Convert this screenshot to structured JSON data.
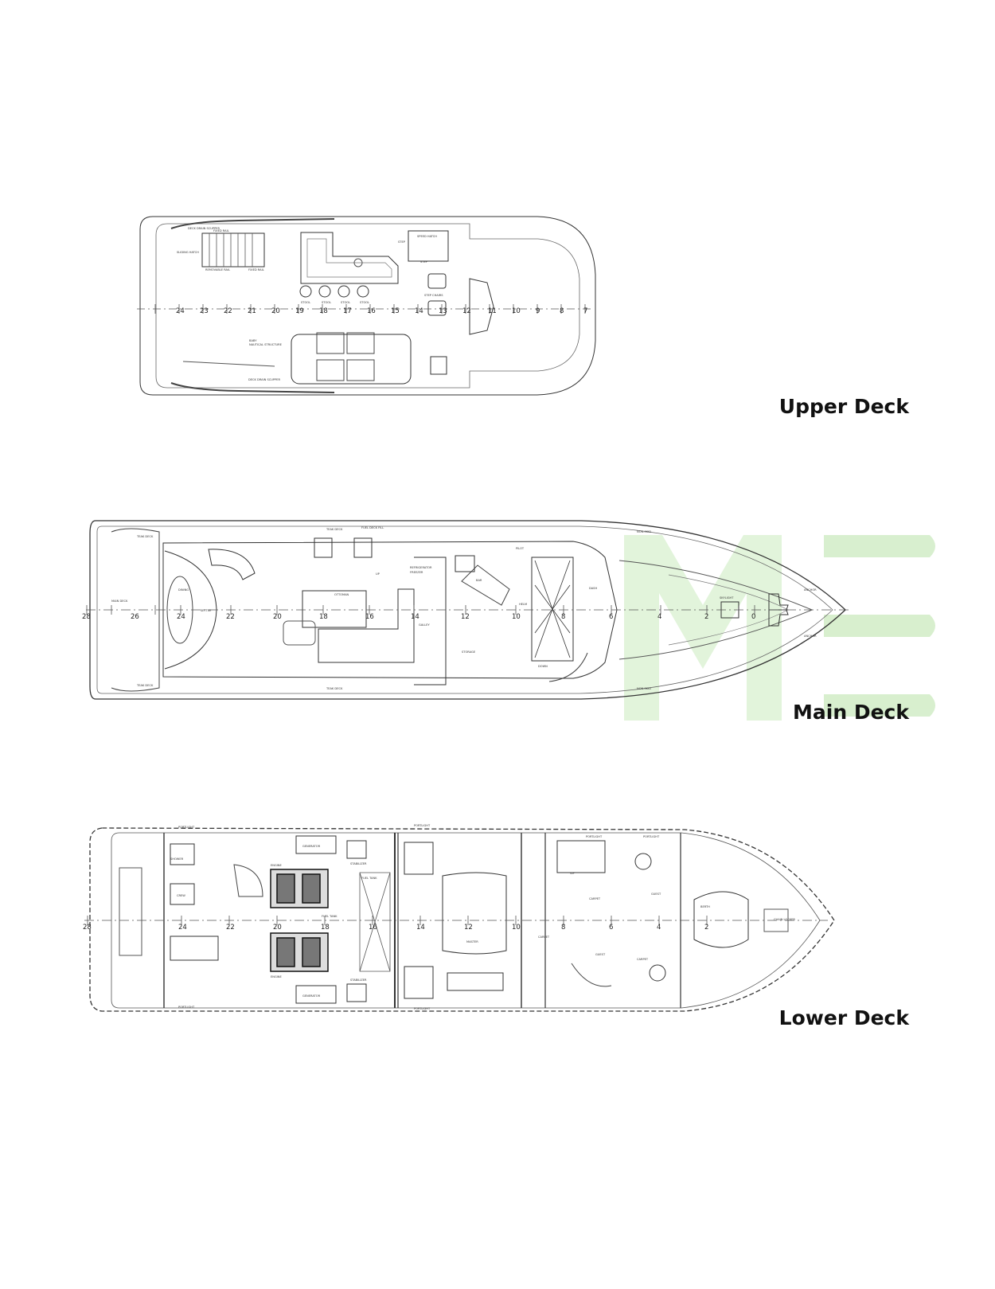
{
  "decks": {
    "upper": {
      "label": "Upper Deck",
      "frames": [
        "24",
        "23",
        "22",
        "21",
        "20",
        "19",
        "18",
        "17",
        "16",
        "15",
        "14",
        "13",
        "12",
        "11",
        "10",
        "9",
        "8",
        "7"
      ],
      "notes": [
        "DECK DRAIN SCUPPER",
        "FIXED RAIL",
        "SLIDING HATCH",
        "REMOVABLE RAIL",
        "FIXED RAIL",
        "SPEED HATCH",
        "STEP",
        "STEP",
        "STOOL",
        "STOOL",
        "STOOL",
        "STOOL",
        "STEP CHAIRS",
        "BABY",
        "NAUTICAL STRUCTURE",
        "DECK DRAIN SCUPPER"
      ]
    },
    "main": {
      "label": "Main Deck",
      "frames": [
        "28",
        "26",
        "24",
        "22",
        "20",
        "18",
        "16",
        "14",
        "12",
        "10",
        "8",
        "6",
        "4",
        "2",
        "0"
      ],
      "notes": [
        "TEAK DECK",
        "TEAK DECK",
        "FUEL DECK FILL",
        "MAIN DECK",
        "NON-SKID",
        "NON-SKID",
        "TEAK DECK",
        "TEAK DECK",
        "SKYLIGHT",
        "OTTOMAN",
        "DINING",
        "GALLEY",
        "STORAGE",
        "REFRIGERATOR",
        "FREEZER",
        "BAR",
        "DOWN",
        "UP",
        "PILOT",
        "HELM",
        "DASH",
        "SETTEE",
        "ANCHOR",
        "ANCHOR"
      ]
    },
    "lower": {
      "label": "Lower Deck",
      "frames": [
        "28",
        "24",
        "22",
        "20",
        "18",
        "16",
        "14",
        "12",
        "10",
        "8",
        "6",
        "4",
        "2"
      ],
      "notes": [
        "PORTLIGHT",
        "PORTLIGHT",
        "PORTLIGHT",
        "PORTLIGHT",
        "PORTLIGHT",
        "PORTLIGHT",
        "ENGINE",
        "ENGINE",
        "GENERATOR",
        "GENERATOR",
        "STABILIZER",
        "STABILIZER",
        "FUEL TANK",
        "FUEL TANK",
        "CREW",
        "SHOWER",
        "CARPET",
        "CARPET",
        "CARPET",
        "MASTER",
        "VIP",
        "GUEST",
        "GUEST",
        "BERTH",
        "CHAIN LOCKER"
      ]
    }
  },
  "watermark": {
    "color": "#9ed58c"
  },
  "colors": {
    "line": "#333333",
    "light": "#888888",
    "axis": "#555555"
  }
}
